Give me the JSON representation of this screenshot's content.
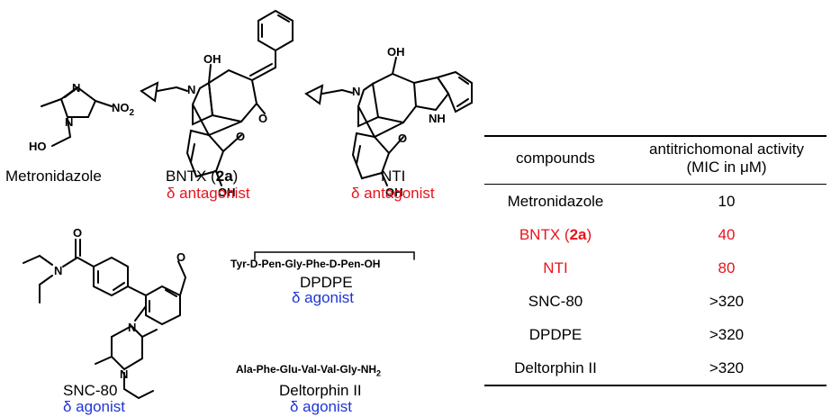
{
  "structures": {
    "metronidazole": {
      "name": "Metronidazole",
      "atoms": {
        "n_ring_top": "N",
        "n_ring_bottom": "N",
        "no2": "NO",
        "no2_sub": "2",
        "ho": "HO"
      }
    },
    "bntx": {
      "name_prefix": "BNTX (",
      "name_bold": "2a",
      "name_suffix": ")",
      "role": "δ antagonist",
      "atoms": {
        "n": "N",
        "oh_top": "OH",
        "o_ring": "O",
        "o_ketone": "O",
        "oh_bottom": "OH"
      }
    },
    "nti": {
      "name": "NTI",
      "role": "δ antagonist",
      "atoms": {
        "n": "N",
        "oh_top": "OH",
        "o_ring": "O",
        "nh": "NH",
        "oh_bottom": "OH"
      }
    },
    "snc80": {
      "name": "SNC-80",
      "role": "δ agonist",
      "atoms": {
        "o_carbonyl": "O",
        "n_amide": "N",
        "o_methoxy": "O",
        "n_top": "N",
        "n_bottom": "N"
      }
    },
    "dpdpe": {
      "sequence": "Tyr-D-Pen-Gly-Phe-D-Pen-OH",
      "name": "DPDPE",
      "role": "δ agonist"
    },
    "deltorphin": {
      "sequence": "Ala-Phe-Glu-Val-Val-Gly-NH",
      "sequence_sub": "2",
      "name": "Deltorphin II",
      "role": "δ agonist"
    }
  },
  "table": {
    "header_compounds": "compounds",
    "header_activity_line1": "antitrichomonal activity",
    "header_activity_line2": "(MIC in μM)",
    "rows": [
      {
        "compound": "Metronidazole",
        "mic": "10",
        "highlight": false
      },
      {
        "compound_prefix": "BNTX (",
        "compound_bold": "2a",
        "compound_suffix": ")",
        "mic": "40",
        "highlight": true
      },
      {
        "compound": "NTI",
        "mic": "80",
        "highlight": true
      },
      {
        "compound": "SNC-80",
        "mic": ">320",
        "highlight": false
      },
      {
        "compound": "DPDPE",
        "mic": ">320",
        "highlight": false
      },
      {
        "compound": "Deltorphin II",
        "mic": ">320",
        "highlight": false
      }
    ]
  },
  "colors": {
    "antagonist": "#e8141b",
    "agonist": "#1f35d6",
    "highlight_row": "#e8141b"
  }
}
